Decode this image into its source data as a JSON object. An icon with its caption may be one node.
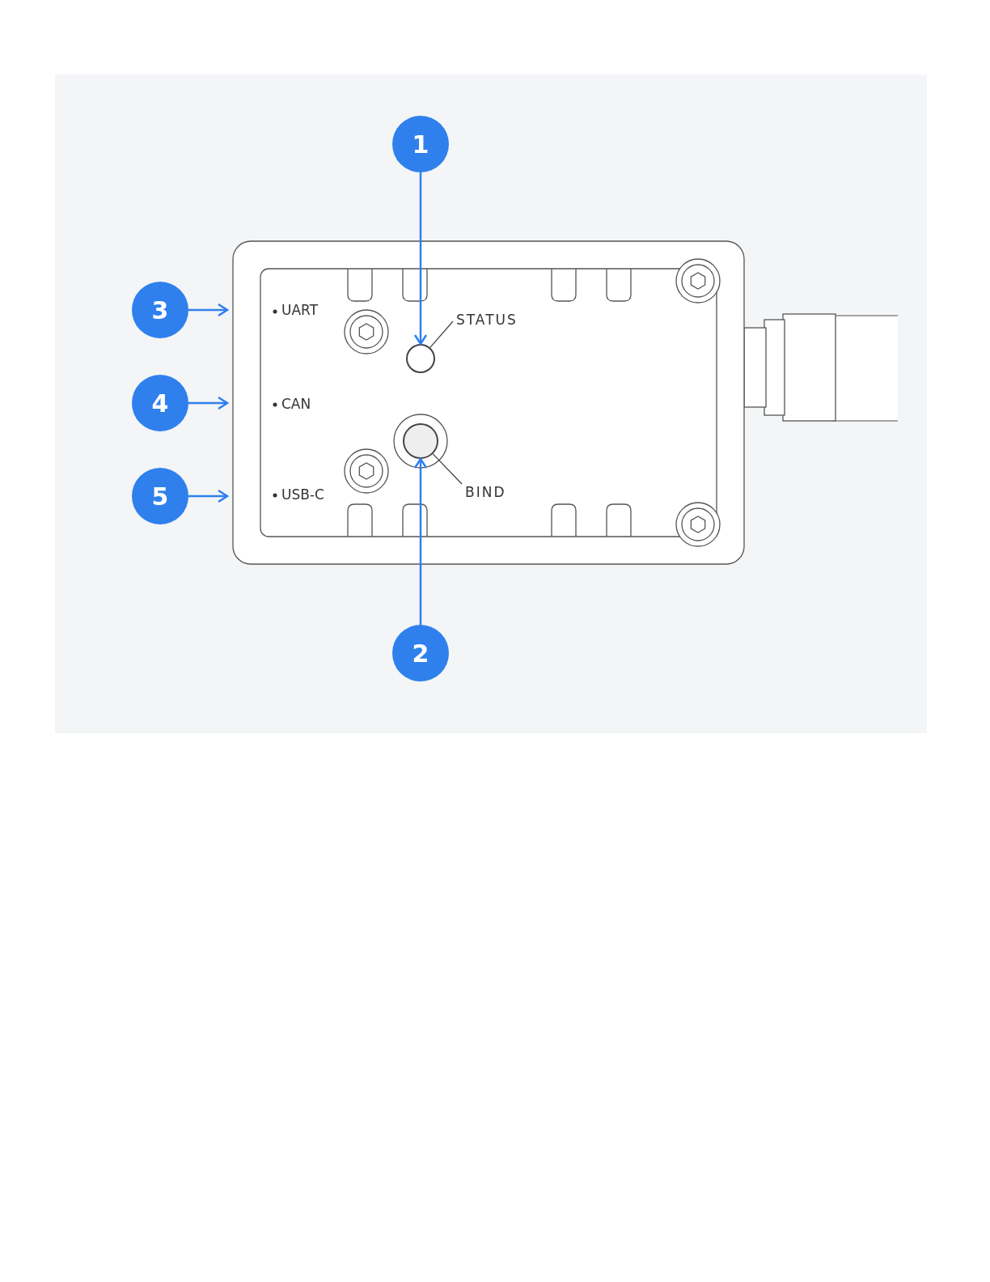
{
  "diagram": {
    "nodes": [
      {
        "text": [
          "1"
        ]
      },
      {
        "text": [
          "2"
        ]
      },
      {
        "text": [
          "3"
        ]
      },
      {
        "text": [
          "4"
        ]
      },
      {
        "text": [
          "5"
        ]
      },
      {
        "text": [],
        "shape": "circle"
      },
      {
        "text": [],
        "shape": "circle"
      },
      {
        "text": [
          "STATUS"
        ]
      },
      {
        "text": [
          "BIND"
        ]
      }
    ],
    "edges": [
      {
        "from": 0,
        "to": 5,
        "arrow": "to"
      },
      {
        "from": 1,
        "to": 6,
        "arrow": "to"
      },
      {
        "from": 2,
        "to": null,
        "arrow": "to"
      },
      {
        "from": 3,
        "to": null,
        "arrow": "to"
      },
      {
        "from": 4,
        "to": null,
        "arrow": "to"
      },
      {
        "from": 7,
        "to": 5,
        "arrow": "none",
        "color": "#444444"
      },
      {
        "from": 8,
        "to": 6,
        "arrow": "none",
        "color": "#444444"
      }
    ],
    "labels": [
      "UART",
      "CAN",
      "USB-C"
    ]
  }
}
